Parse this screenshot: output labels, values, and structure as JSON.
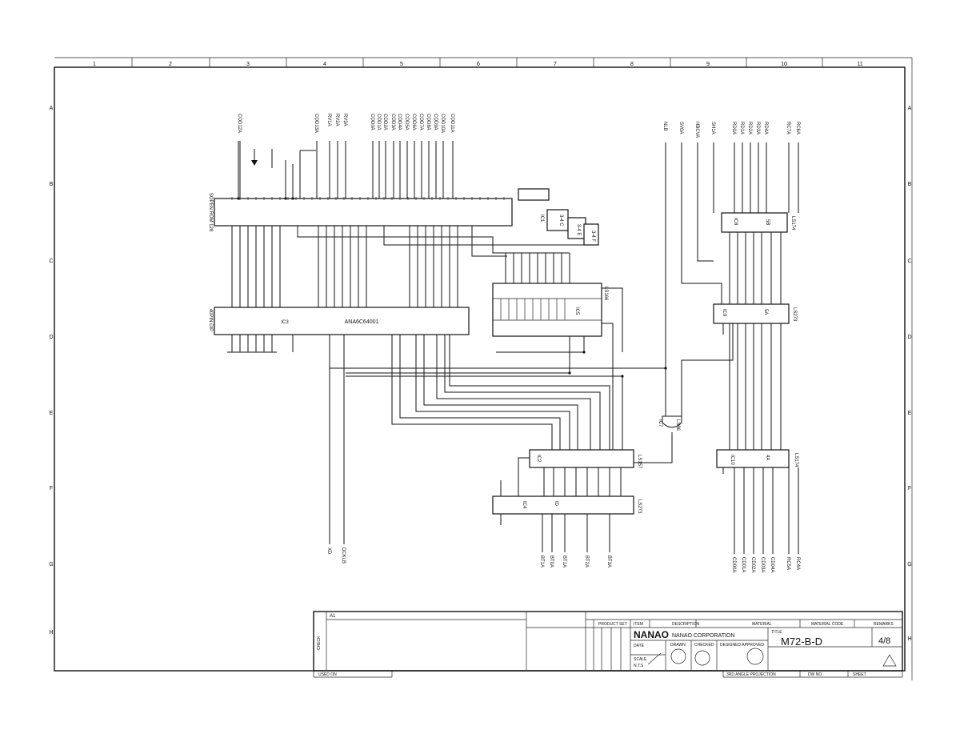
{
  "border": {
    "columns": [
      "1",
      "2",
      "3",
      "4",
      "5",
      "6",
      "7",
      "8",
      "9",
      "10",
      "11"
    ],
    "rows": [
      "A",
      "B",
      "C",
      "D",
      "E",
      "F",
      "G",
      "H"
    ]
  },
  "chips": [
    {
      "ref": "IC1",
      "body_label": "",
      "lib_label": "SOPEN ROM 128",
      "pkg": ""
    },
    {
      "ref": "IC3",
      "body_label": "ANA6C64001",
      "lib_label": "",
      "pkg": "40PIN DIP"
    },
    {
      "ref": "IC5",
      "body_label": "",
      "lib_label": "LS166",
      "pkg": ""
    },
    {
      "ref": "IC8",
      "body_label": "5B",
      "lib_label": "LS174",
      "pkg": ""
    },
    {
      "ref": "IC9",
      "body_label": "5A",
      "lib_label": "LS273",
      "pkg": ""
    },
    {
      "ref": "IC10",
      "body_label": "4A",
      "lib_label": "LS174",
      "pkg": ""
    },
    {
      "ref": "IC2",
      "body_label": "",
      "lib_label": "LS157",
      "pkg": ""
    },
    {
      "ref": "IC4",
      "body_label": "ID",
      "lib_label": "LS273",
      "pkg": ""
    },
    {
      "ref": "IC7",
      "body_label": "",
      "lib_label": "LS86",
      "pkg": ""
    }
  ],
  "signals_top_left": [
    "COD12A",
    "COD13A",
    "RV1A",
    "RV2A",
    "RV3A",
    "COD0A",
    "COD1A",
    "COD2A",
    "COD3A",
    "COD4A",
    "COD5A",
    "COD6A",
    "COD7A",
    "COD8A",
    "COD9A",
    "COD10A",
    "COD11A"
  ],
  "signals_top_right": [
    "NLB",
    "SV0A",
    "HBCVA",
    "SH1A",
    "RD0A",
    "RD1A",
    "RD2A",
    "RD3A",
    "RD4A",
    "RC7A",
    "RC6A"
  ],
  "signals_bottom_right": [
    "CD00A",
    "CD01A",
    "CD02A",
    "CD03A",
    "CD04A",
    "RC5A",
    "RC4A"
  ],
  "signals_bottom_mid": [
    "BT1A",
    "BT0A",
    "BT1A",
    "BT2A",
    "BT3A"
  ],
  "signals_bottom_left": [
    "XD",
    "DCKLB"
  ],
  "sub_gates": [
    "3-4 C",
    "3-4 E",
    "3-4 F"
  ],
  "title_block": {
    "company_logo": "NANAO",
    "company": "NANAO CORPORATION",
    "title_label": "TITLE",
    "drawing_title": "M72-B-D",
    "sheet_fraction": "4/8",
    "headers": [
      "ITEM",
      "DESCRIPTION",
      "MATERIAL",
      "MATERIAL CODE",
      "REMARKS"
    ],
    "product_set": "PRODUCT SET",
    "date_label": "DATE",
    "scale_label": "SCALE",
    "scale_value": "N.T.S",
    "drawn": "DRAWN",
    "checked": "CHECKED",
    "approved": "DESIGNED APPROVED",
    "projection": "3RD ANGLE PROJECTION",
    "dwg_no": "DW NO",
    "sheet": "SHEET",
    "check_label": "CHECK",
    "used_on": "USED ON",
    "revision_mark": "A1"
  }
}
